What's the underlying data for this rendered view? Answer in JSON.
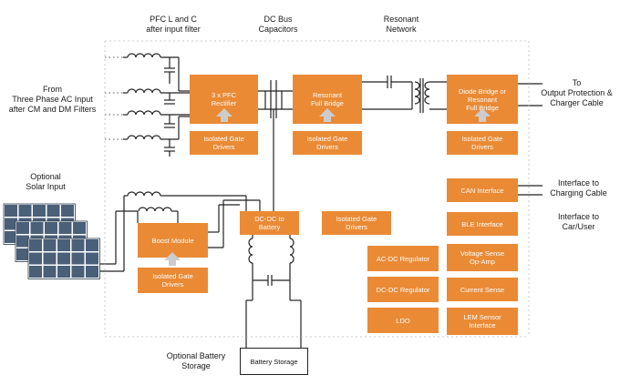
{
  "labels": {
    "pfc": "PFC L and C\nafter input filter",
    "dcbus": "DC Bus\nCapacitors",
    "resonant_network": "Resonant\nNetwork",
    "ac_input": "From\nThree Phase AC Input\nafter CM and DM Filters",
    "solar": "Optional\nSolar Input",
    "output": "To\nOutput Protection &\nCharger Cable",
    "iface_cable": "Interface to\nCharging Cable",
    "iface_car": "Interface to\nCar/User",
    "battery": "Optional Battery\nStorage"
  },
  "blocks": {
    "pfc_rectifier": "3 x PFC\nRectifier",
    "resonant_bridge": "Resonant\nFull Bridge",
    "diode_bridge": "Diode Bridge or\nResonant\nFull Bridge",
    "gate_pfc": "Isolated Gate\nDrivers",
    "gate_res": "Isolated Gate\nDrivers",
    "gate_diode": "Isolated Gate\nDrivers",
    "can": "CAN Interface",
    "ble": "BLE Interface",
    "boost": "Boost Module",
    "gate_boost": "Isolated Gate\nDrivers",
    "dcdc_batt": "DC-DC to\nBattery",
    "gate_mid": "Isolated Gate\nDrivers",
    "acdc_reg": "AC-DC Regulator",
    "dcdc_reg": "DC-DC Regulator",
    "ldo": "LDO",
    "vsense": "Voltage Sense\nOp-Amp",
    "isense": "Current Sense",
    "lem": "LEM Sensor\nInterface",
    "batt_storage": "Battery Storage"
  },
  "colors": {
    "block": "#ea8a35",
    "arrow": "#cccccc",
    "line": "#222222",
    "solar_panel": "#4a5f78"
  }
}
